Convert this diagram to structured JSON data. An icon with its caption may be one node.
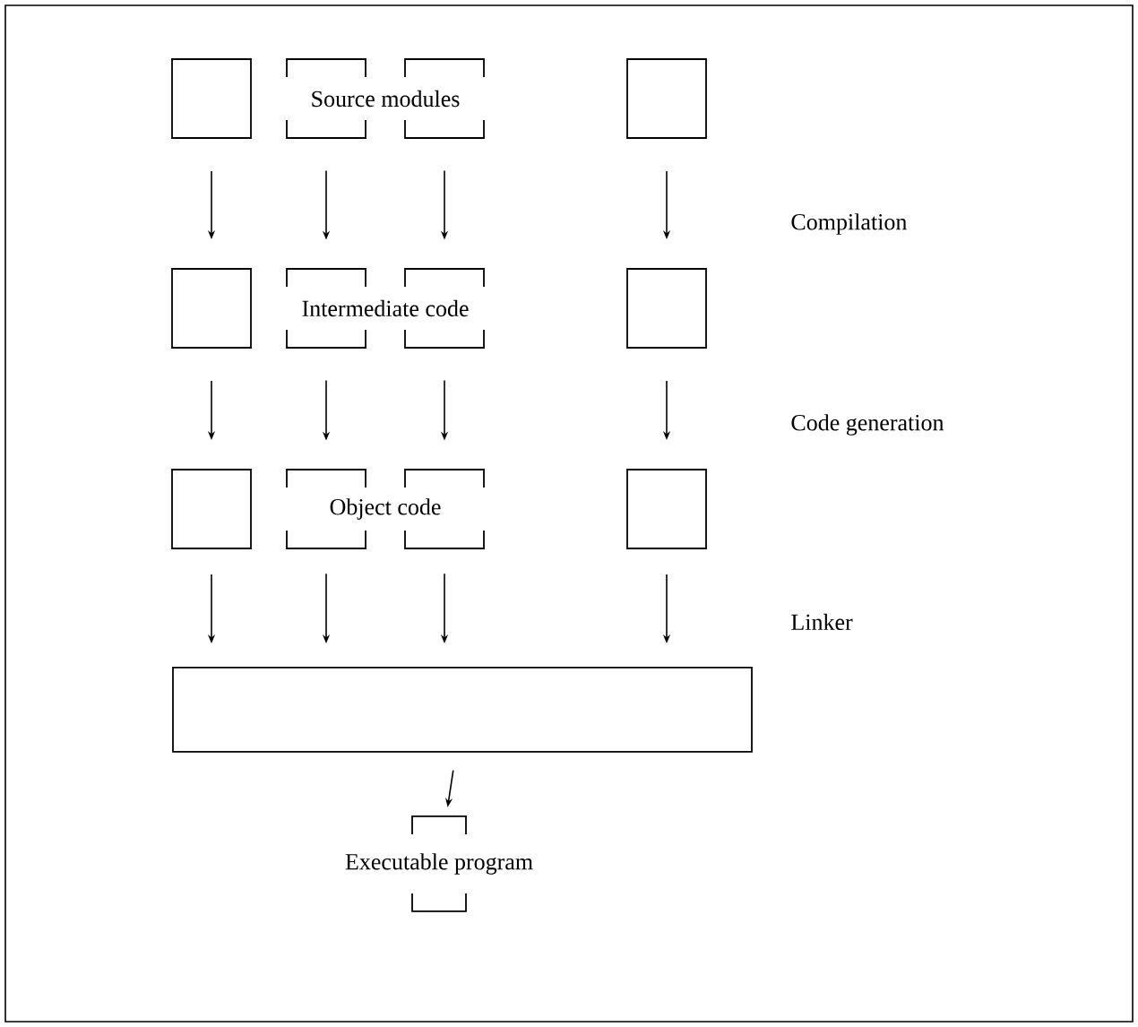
{
  "diagram": {
    "nodes": [
      {
        "text": [],
        "shape": "box"
      },
      {
        "text": [],
        "shape": "box"
      },
      {
        "text": [],
        "shape": "box"
      },
      {
        "text": [],
        "shape": "box"
      },
      {
        "text": [],
        "shape": "box"
      },
      {
        "text": [],
        "shape": "box"
      },
      {
        "text": [],
        "shape": "box"
      },
      {
        "text": [],
        "shape": "box"
      },
      {
        "text": [],
        "shape": "box"
      },
      {
        "text": [],
        "shape": "box"
      },
      {
        "text": [],
        "shape": "box"
      },
      {
        "text": [],
        "shape": "box"
      },
      {
        "text": [],
        "shape": "bar"
      },
      {
        "text": [
          "Executable program"
        ]
      }
    ],
    "edges": [
      {
        "from": 0,
        "to": 4,
        "arrow": "to"
      },
      {
        "from": 1,
        "to": 5,
        "arrow": "to"
      },
      {
        "from": 2,
        "to": 6,
        "arrow": "to"
      },
      {
        "from": 3,
        "to": 7,
        "arrow": "to"
      },
      {
        "from": 4,
        "to": 8,
        "arrow": "to"
      },
      {
        "from": 5,
        "to": 9,
        "arrow": "to"
      },
      {
        "from": 6,
        "to": 10,
        "arrow": "to"
      },
      {
        "from": 7,
        "to": 11,
        "arrow": "to"
      },
      {
        "from": 8,
        "to": 12,
        "arrow": "to"
      },
      {
        "from": 9,
        "to": 12,
        "arrow": "to"
      },
      {
        "from": 10,
        "to": 12,
        "arrow": "to"
      },
      {
        "from": 11,
        "to": 12,
        "arrow": "to"
      },
      {
        "from": 12,
        "to": 13,
        "arrow": "to"
      }
    ],
    "labels": [
      "Source modules",
      "Intermediate code",
      "Object code",
      "Compilation",
      "Code generation",
      "Linker"
    ]
  }
}
